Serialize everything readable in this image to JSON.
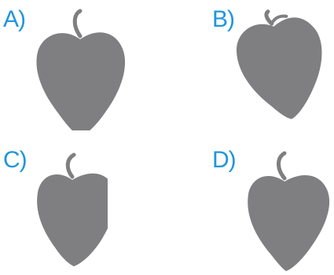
{
  "colors": {
    "label": "#1f96dc",
    "fruit": "#7f7f82"
  },
  "options": [
    {
      "letter": "A)",
      "icon": "strawberry-icon",
      "variant": "top-cropped"
    },
    {
      "letter": "B)",
      "icon": "strawberry-icon",
      "variant": "rotated"
    },
    {
      "letter": "C)",
      "icon": "strawberry-icon",
      "variant": "right-cropped"
    },
    {
      "letter": "D)",
      "icon": "strawberry-icon",
      "variant": "complete"
    }
  ]
}
